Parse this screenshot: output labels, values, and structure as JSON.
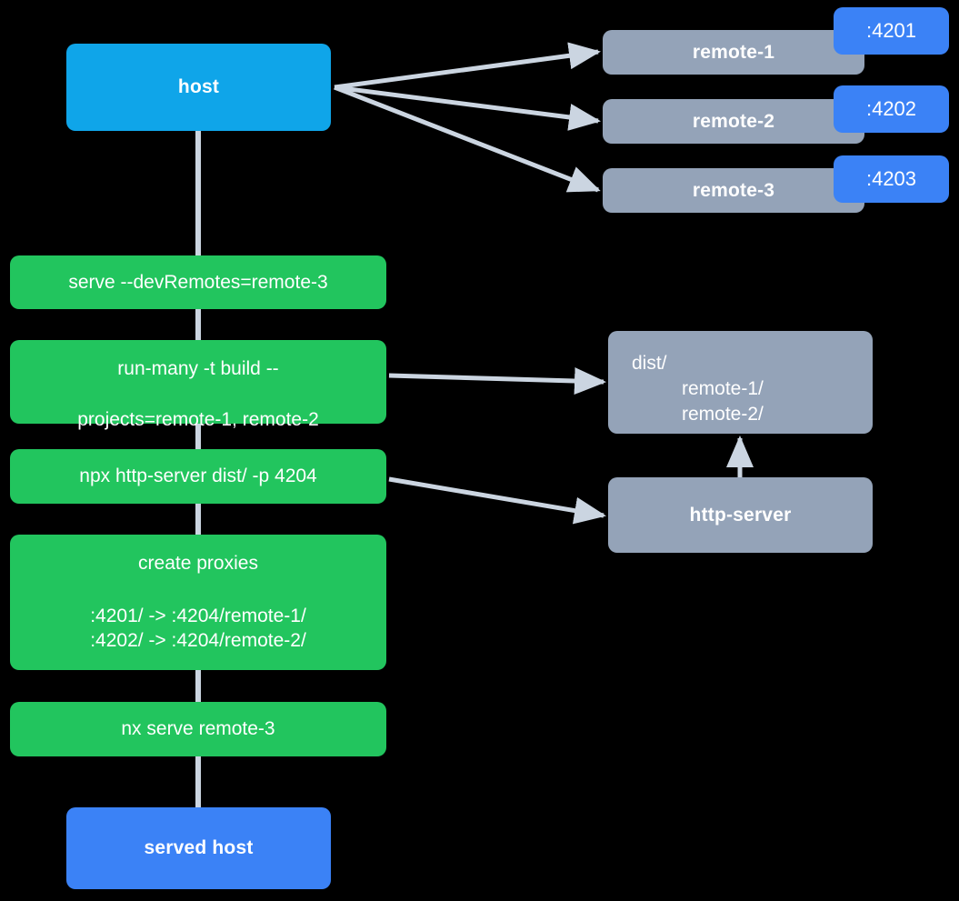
{
  "diagram": {
    "title": "Nx module federation host and remotes serve flow",
    "background_color": "#000000",
    "edge_color": "#CBD5E1",
    "colors": {
      "host": "#0FA5E9",
      "served_host": "#3B82F6",
      "step": "#22C55E",
      "remote": "#94A3B8",
      "badge": "#3B82F6",
      "text": "#FFFFFF"
    }
  },
  "nodes": {
    "host": {
      "label": "host"
    },
    "served_host": {
      "label": "served host"
    },
    "remotes": [
      {
        "label": "remote-1",
        "port": ":4201"
      },
      {
        "label": "remote-2",
        "port": ":4202"
      },
      {
        "label": "remote-3",
        "port": ":4203"
      }
    ],
    "steps": [
      {
        "label": "serve --devRemotes=remote-3"
      },
      {
        "label_line1": "run-many -t build --",
        "label_line2": "projects=remote-1, remote-2"
      },
      {
        "label": "npx http-server dist/ -p 4204"
      },
      {
        "title": "create proxies",
        "mapping_1": ":4201/ -> :4204/remote-1/",
        "mapping_2": ":4202/ -> :4204/remote-2/"
      },
      {
        "label": "nx serve remote-3"
      }
    ],
    "dist": {
      "line1": "dist/",
      "line2": "remote-1/",
      "line3": "remote-2/"
    },
    "http_server": {
      "label": "http-server"
    }
  }
}
